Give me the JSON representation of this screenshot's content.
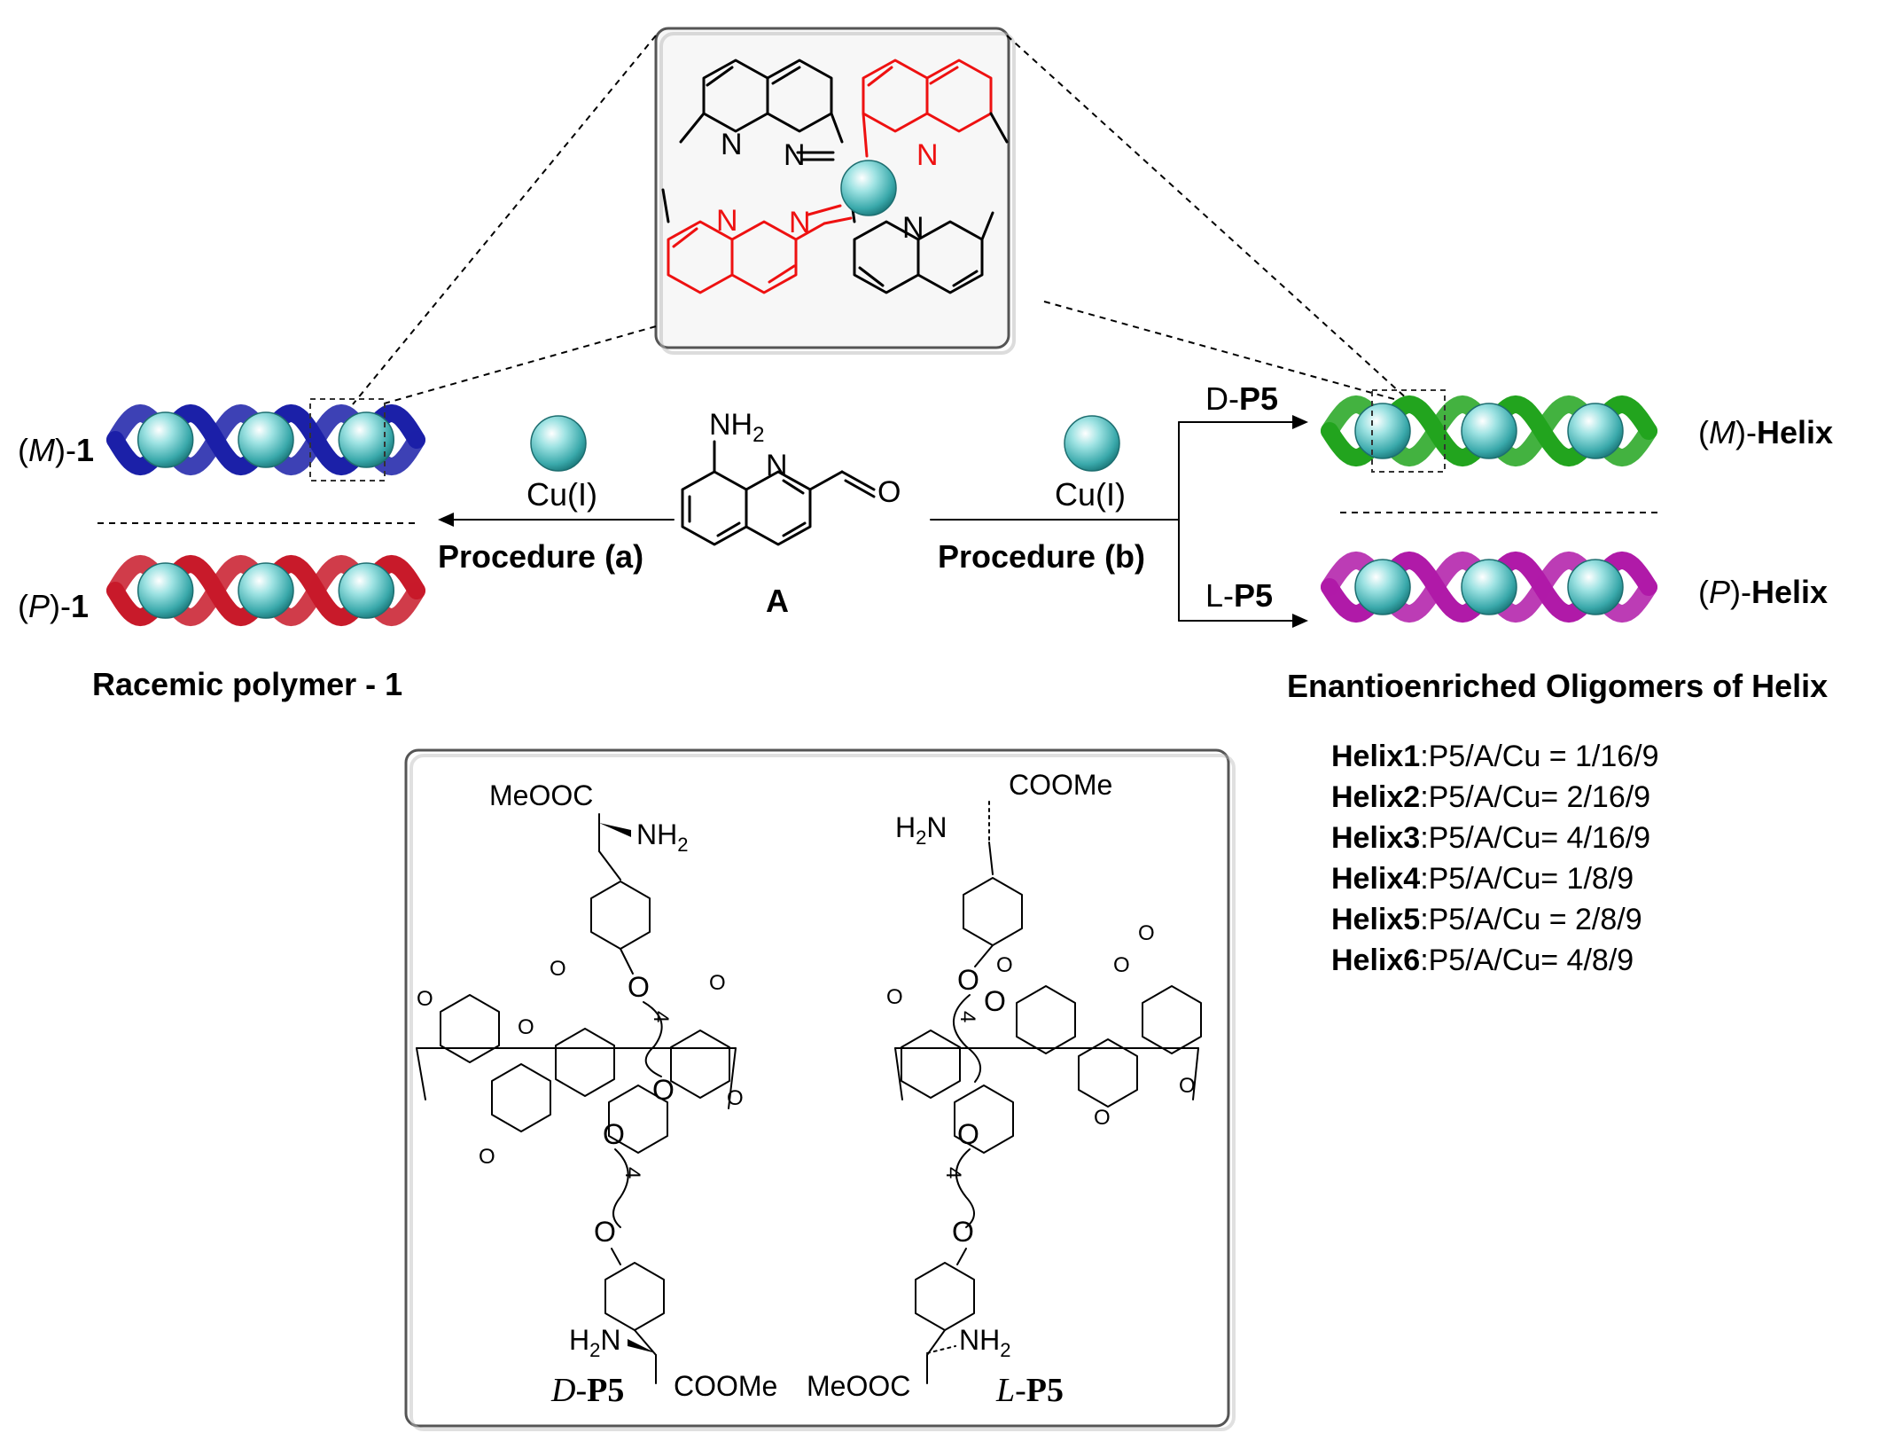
{
  "colors": {
    "helix_M1": "#1b20a8",
    "helix_P1": "#c81a2a",
    "helix_M": "#22a41e",
    "helix_P": "#b01aa8",
    "copper_ion": "#5cc8c8",
    "ligand_red": "#ee1111"
  },
  "inset": {
    "atoms": {
      "N": "N",
      "N_red": "N"
    }
  },
  "left": {
    "helix_top_label": {
      "pre": "(",
      "ital": "M",
      "post": ")-",
      "bold": "1"
    },
    "helix_bottom_label": {
      "pre": "(",
      "ital": "P",
      "post": ")-",
      "bold": "1"
    },
    "caption": "Racemic polymer - 1"
  },
  "center": {
    "reagent_left": "Cu(I)",
    "procedure_a": "Procedure (a)",
    "reagent_right": "Cu(I)",
    "procedure_b": "Procedure (b)",
    "compound_label": "A",
    "nh2": "NH",
    "nh2_sub": "2",
    "ring_N": "N",
    "carbonyl_O": "O"
  },
  "right": {
    "branch_top": {
      "prefix": "D-",
      "bold": "P5"
    },
    "branch_bottom": {
      "prefix": "L-",
      "bold": "P5"
    },
    "helix_top_label": {
      "pre": "(",
      "ital": "M",
      "post": ")-",
      "bold": "Helix"
    },
    "helix_bottom_label": {
      "pre": "(",
      "ital": "P",
      "post": ")-",
      "bold": "Helix"
    },
    "caption": "Enantioenriched Oligomers of Helix",
    "ratios": [
      {
        "name": "Helix1",
        "text": ":P5/A/Cu = 1/16/9"
      },
      {
        "name": "Helix2",
        "text": ":P5/A/Cu= 2/16/9"
      },
      {
        "name": "Helix3",
        "text": ":P5/A/Cu= 4/16/9"
      },
      {
        "name": "Helix4",
        "text": ":P5/A/Cu= 1/8/9"
      },
      {
        "name": "Helix5",
        "text": ":P5/A/Cu = 2/8/9"
      },
      {
        "name": "Helix6",
        "text": ":P5/A/Cu= 4/8/9"
      }
    ]
  },
  "bottom_box": {
    "d": {
      "ester_top": "MeOOC",
      "amine_top": "NH",
      "amine_top_sub": "2",
      "amine_bottom": "H",
      "amine_bottom_sub": "2",
      "amine_bottom_N": "N",
      "ester_bottom": "COOMe",
      "linker_O": "O",
      "linker_n": "4",
      "methoxy_O": "O",
      "name_ital": "D",
      "name_dash": "-",
      "name_bold": "P5"
    },
    "l": {
      "ester_top": "COOMe",
      "amine_top": "H",
      "amine_top_sub": "2",
      "amine_top_N": "N",
      "amine_bottom": "NH",
      "amine_bottom_sub": "2",
      "ester_bottom": "MeOOC",
      "linker_O": "O",
      "linker_n": "4",
      "methoxy_O": "O",
      "name_ital": "L",
      "name_dash": "-",
      "name_bold": "P5"
    }
  }
}
